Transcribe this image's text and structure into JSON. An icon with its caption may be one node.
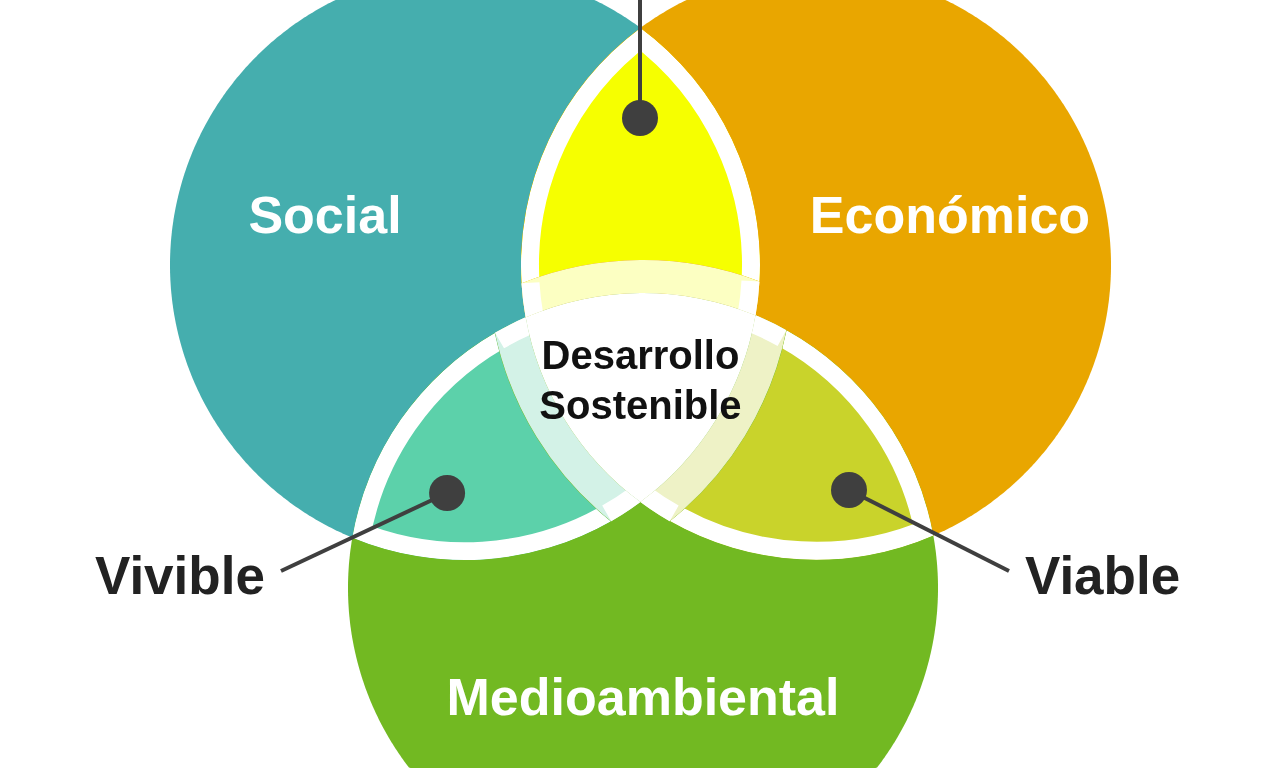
{
  "diagram": {
    "nodes": [
      {
        "text": [
          "Social"
        ]
      },
      {
        "text": [
          "Económico"
        ]
      },
      {
        "text": [
          "Medioambiental"
        ]
      },
      {
        "text": [],
        "shape": "lens"
      },
      {
        "text": [
          "Desarrollo Sostenible"
        ]
      },
      {
        "text": [],
        "shape": "lens"
      },
      {
        "text": [],
        "shape": "lens"
      },
      {
        "text": [
          "Vivible"
        ]
      },
      {
        "text": [
          "Viable"
        ]
      }
    ],
    "edges": [
      {
        "from": null,
        "to": 3,
        "arrow": "other"
      },
      {
        "from": 7,
        "to": 5,
        "arrow": "other"
      },
      {
        "from": 8,
        "to": 6,
        "arrow": "other"
      }
    ]
  }
}
